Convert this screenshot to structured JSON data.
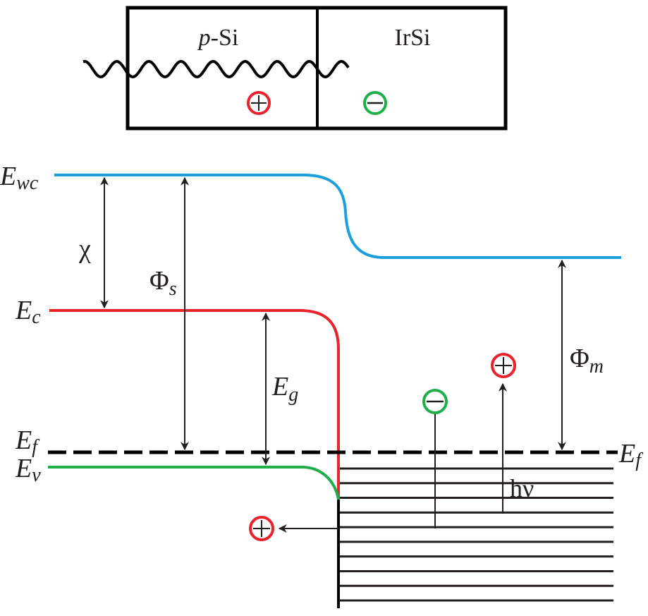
{
  "title": "Band diagram of p-Si / IrSi Schottky barrier photodetector",
  "device": {
    "left_region": {
      "prefix": "p",
      "suffix": "-Si"
    },
    "right_region": "IrSi",
    "carriers": {
      "hole_symbol": "+",
      "electron_symbol": "−"
    }
  },
  "colors": {
    "vacuum_level": "#1ba0dc",
    "conduction_band": "#e8232b",
    "valence_band": "#1fae49",
    "hole": "#e8232b",
    "electron": "#1fae49",
    "ink": "#231f20"
  },
  "levels": {
    "vacuum": {
      "main": "E",
      "sub": "wc"
    },
    "conduction": {
      "main": "E",
      "sub": "c"
    },
    "fermi_left": {
      "main": "E",
      "sub": "f"
    },
    "valence": {
      "main": "E",
      "sub": "v"
    },
    "fermi_right": {
      "main": "E",
      "sub": "f"
    }
  },
  "quantities": {
    "electron_affinity": "χ",
    "semiconductor_work_function": {
      "main": "Φ",
      "sub": "s"
    },
    "band_gap": {
      "main": "E",
      "sub": "g"
    },
    "metal_work_function": {
      "main": "Φ",
      "sub": "m"
    },
    "photon_energy": "hν"
  },
  "metal_states_count": 10
}
